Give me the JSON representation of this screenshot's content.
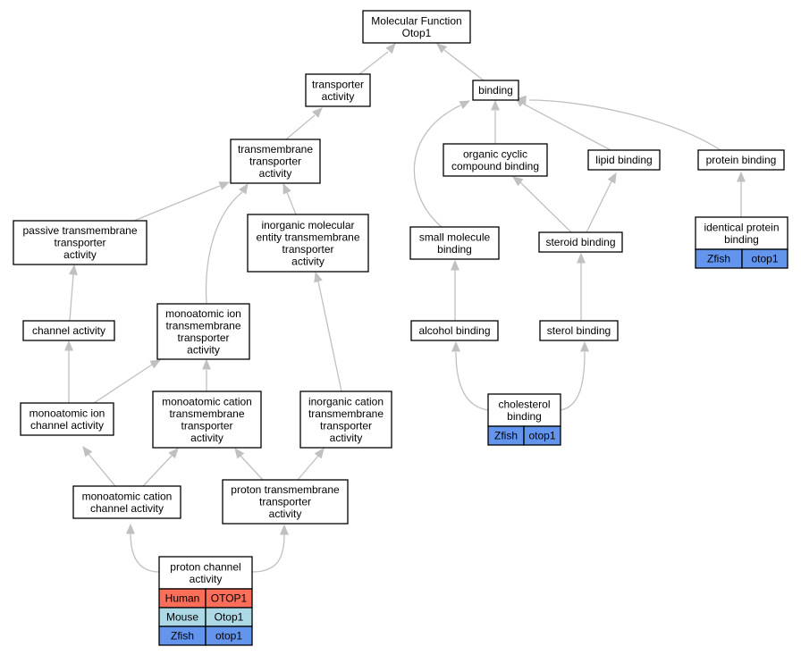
{
  "colors": {
    "human": "#fa6e5a",
    "mouse": "#add8e6",
    "zfish": "#6495ed",
    "edge": "#c0c0c0"
  },
  "nodes": [
    {
      "id": "mf",
      "lines": [
        "Molecular Function",
        "Otop1"
      ]
    },
    {
      "id": "transp",
      "lines": [
        "transporter",
        "activity"
      ]
    },
    {
      "id": "binding",
      "lines": [
        "binding"
      ]
    },
    {
      "id": "tmtransp",
      "lines": [
        "transmembrane",
        "transporter",
        "activity"
      ]
    },
    {
      "id": "occb",
      "lines": [
        "organic cyclic",
        "compound binding"
      ]
    },
    {
      "id": "lipid",
      "lines": [
        "lipid binding"
      ]
    },
    {
      "id": "protbind",
      "lines": [
        "protein binding"
      ]
    },
    {
      "id": "passive",
      "lines": [
        "passive transmembrane",
        "transporter",
        "activity"
      ]
    },
    {
      "id": "inorgmol",
      "lines": [
        "inorganic molecular",
        "entity transmembrane",
        "transporter",
        "activity"
      ]
    },
    {
      "id": "smallmol",
      "lines": [
        "small molecule",
        "binding"
      ]
    },
    {
      "id": "steroid",
      "lines": [
        "steroid binding"
      ]
    },
    {
      "id": "identprot",
      "lines": [
        "identical protein",
        "binding"
      ],
      "rows": [
        [
          "Zfish",
          "otop1"
        ]
      ]
    },
    {
      "id": "channel",
      "lines": [
        "channel activity"
      ]
    },
    {
      "id": "moniontm",
      "lines": [
        "monoatomic ion",
        "transmembrane",
        "transporter",
        "activity"
      ]
    },
    {
      "id": "alcohol",
      "lines": [
        "alcohol binding"
      ]
    },
    {
      "id": "sterol",
      "lines": [
        "sterol binding"
      ]
    },
    {
      "id": "monionch",
      "lines": [
        "monoatomic ion",
        "channel activity"
      ]
    },
    {
      "id": "moncattm",
      "lines": [
        "monoatomic cation",
        "transmembrane",
        "transporter",
        "activity"
      ]
    },
    {
      "id": "inorgcat",
      "lines": [
        "inorganic cation",
        "transmembrane",
        "transporter",
        "activity"
      ]
    },
    {
      "id": "cholest",
      "lines": [
        "cholesterol",
        "binding"
      ],
      "rows": [
        [
          "Zfish",
          "otop1"
        ]
      ]
    },
    {
      "id": "moncatch",
      "lines": [
        "monoatomic cation",
        "channel activity"
      ]
    },
    {
      "id": "protontm",
      "lines": [
        "proton transmembrane",
        "transporter",
        "activity"
      ]
    },
    {
      "id": "protonch",
      "lines": [
        "proton channel",
        "activity"
      ],
      "rows": [
        [
          "Human",
          "OTOP1"
        ],
        [
          "Mouse",
          "Otop1"
        ],
        [
          "Zfish",
          "otop1"
        ]
      ]
    }
  ],
  "edges": [
    [
      "transp",
      "mf"
    ],
    [
      "binding",
      "mf"
    ],
    [
      "tmtransp",
      "transp"
    ],
    [
      "occb",
      "binding"
    ],
    [
      "lipid",
      "binding"
    ],
    [
      "protbind",
      "binding"
    ],
    [
      "smallmol",
      "binding"
    ],
    [
      "passive",
      "tmtransp"
    ],
    [
      "inorgmol",
      "tmtransp"
    ],
    [
      "moniontm",
      "tmtransp"
    ],
    [
      "steroid",
      "occb"
    ],
    [
      "steroid",
      "lipid"
    ],
    [
      "identprot",
      "protbind"
    ],
    [
      "channel",
      "passive"
    ],
    [
      "inorgcat",
      "inorgmol"
    ],
    [
      "alcohol",
      "smallmol"
    ],
    [
      "sterol",
      "steroid"
    ],
    [
      "monionch",
      "channel"
    ],
    [
      "monionch",
      "moniontm"
    ],
    [
      "moncattm",
      "moniontm"
    ],
    [
      "cholest",
      "alcohol"
    ],
    [
      "cholest",
      "sterol"
    ],
    [
      "moncatch",
      "monionch"
    ],
    [
      "moncatch",
      "moncattm"
    ],
    [
      "protontm",
      "moncattm"
    ],
    [
      "protontm",
      "inorgcat"
    ],
    [
      "protonch",
      "moncatch"
    ],
    [
      "protonch",
      "protontm"
    ]
  ]
}
